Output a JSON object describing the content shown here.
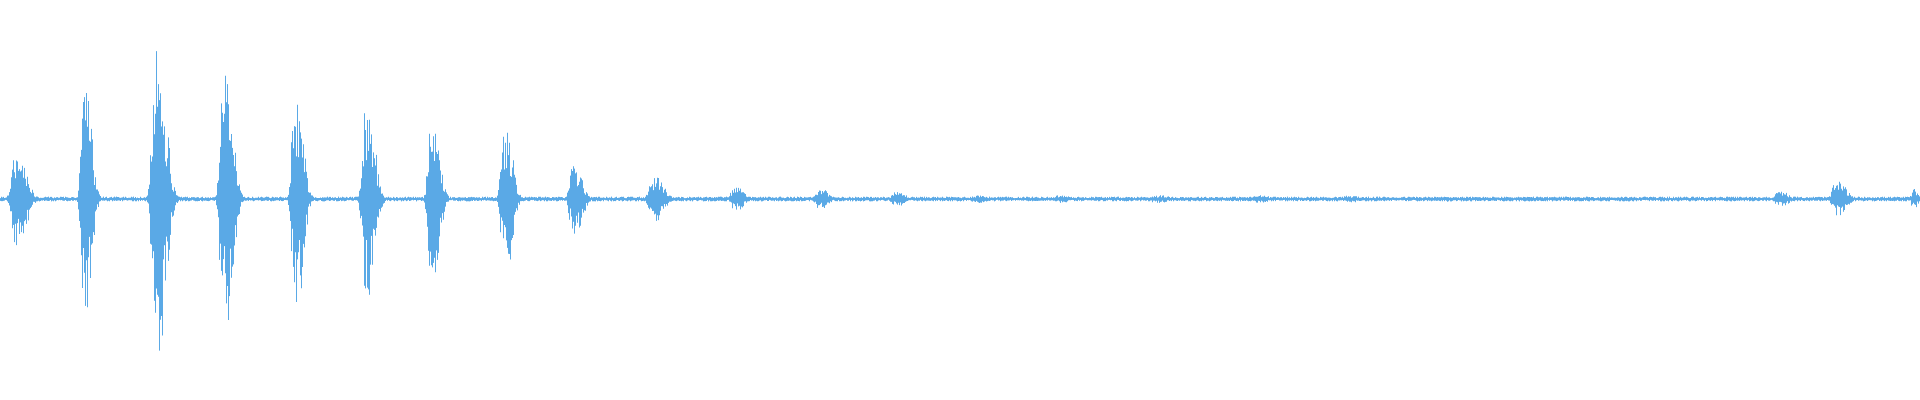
{
  "waveform": {
    "color": "#5aa9e6",
    "background": "#ffffff",
    "bursts": [
      {
        "center": 0.01,
        "amplitude": 0.12,
        "width": 0.014
      },
      {
        "center": 0.045,
        "amplitude": 0.28,
        "width": 0.01
      },
      {
        "center": 0.083,
        "amplitude": 0.38,
        "width": 0.013
      },
      {
        "center": 0.118,
        "amplitude": 0.32,
        "width": 0.012
      },
      {
        "center": 0.155,
        "amplitude": 0.27,
        "width": 0.011
      },
      {
        "center": 0.192,
        "amplitude": 0.24,
        "width": 0.012
      },
      {
        "center": 0.226,
        "amplitude": 0.2,
        "width": 0.011
      },
      {
        "center": 0.264,
        "amplitude": 0.18,
        "width": 0.011
      },
      {
        "center": 0.3,
        "amplitude": 0.09,
        "width": 0.012
      },
      {
        "center": 0.342,
        "amplitude": 0.055,
        "width": 0.014
      },
      {
        "center": 0.384,
        "amplitude": 0.03,
        "width": 0.012
      },
      {
        "center": 0.428,
        "amplitude": 0.025,
        "width": 0.012
      },
      {
        "center": 0.468,
        "amplitude": 0.018,
        "width": 0.013
      },
      {
        "center": 0.51,
        "amplitude": 0.01,
        "width": 0.016
      },
      {
        "center": 0.553,
        "amplitude": 0.01,
        "width": 0.014
      },
      {
        "center": 0.604,
        "amplitude": 0.01,
        "width": 0.018
      },
      {
        "center": 0.657,
        "amplitude": 0.01,
        "width": 0.016
      },
      {
        "center": 0.704,
        "amplitude": 0.009,
        "width": 0.016
      },
      {
        "center": 0.754,
        "amplitude": 0.007,
        "width": 0.014
      },
      {
        "center": 0.803,
        "amplitude": 0.006,
        "width": 0.016
      },
      {
        "center": 0.852,
        "amplitude": 0.004,
        "width": 0.014
      },
      {
        "center": 0.9,
        "amplitude": 0.004,
        "width": 0.016
      },
      {
        "center": 0.928,
        "amplitude": 0.02,
        "width": 0.012
      },
      {
        "center": 0.958,
        "amplitude": 0.045,
        "width": 0.013
      },
      {
        "center": 0.997,
        "amplitude": 0.025,
        "width": 0.006
      }
    ],
    "baseline_noise": 0.006
  }
}
